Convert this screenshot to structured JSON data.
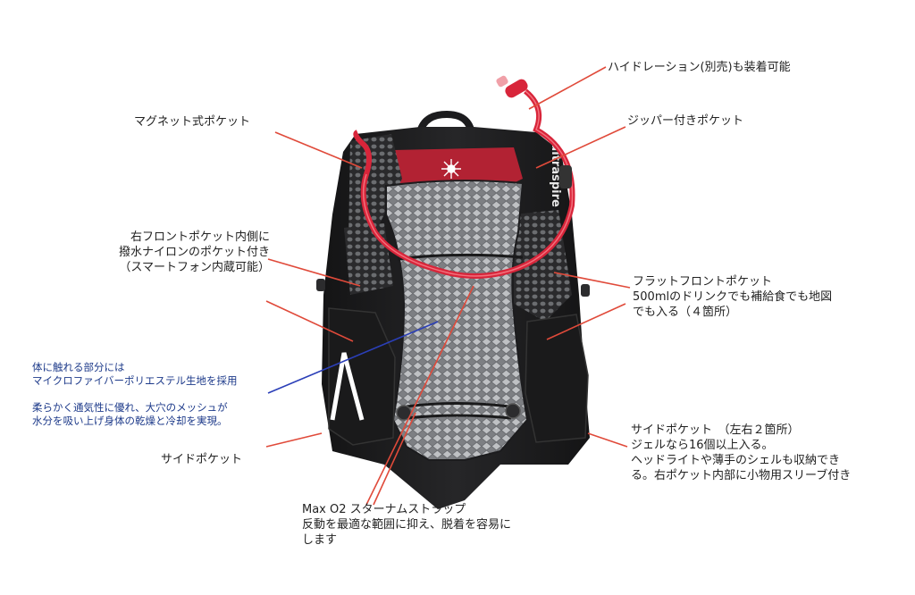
{
  "colors": {
    "leader_red": "#e04a3a",
    "leader_blue": "#2b3fb8",
    "vest_black": "#1c1c1e",
    "mesh_grey": "#8a8c90",
    "tube_red": "#d8253a",
    "annotation_blue": "#1d3a8a"
  },
  "product": {
    "brand_mark": "ultraspire",
    "logo": "pictured ultraspire vest"
  },
  "labels": {
    "hydration": "ハイドレーション(別売)も装着可能",
    "magnet_pocket": "マグネット式ポケット",
    "zipper_pocket": "ジッパー付きポケット",
    "right_front_1": "右フロントポケット内側に",
    "right_front_2": "撥水ナイロンのポケット付き",
    "right_front_3": "（スマートフォン内蔵可能）",
    "flat_front_1": "フラットフロントポケット",
    "flat_front_2": "500mlのドリンクでも補給食でも地図",
    "flat_front_3": "でも入る（４箇所）",
    "body_1": "体に触れる部分には",
    "body_2": "マイクロファイバーポリエステル生地を採用",
    "body_3": "柔らかく通気性に優れ、大穴のメッシュが",
    "body_4": "水分を吸い上げ身体の乾燥と冷却を実現。",
    "side_pocket_left": "サイドポケット",
    "side_pocket_r1": "サイドポケット　（左右２箇所）",
    "side_pocket_r2": "ジェルなら16個以上入る。",
    "side_pocket_r3": "ヘッドライトや薄手のシェルも収納でき",
    "side_pocket_r4": "る。右ポケット内部に小物用スリーブ付き",
    "sternum_1": "Max O2 スターナムストラップ",
    "sternum_2": "反動を最適な範囲に抑え、脱着を容易に",
    "sternum_3": "します"
  }
}
